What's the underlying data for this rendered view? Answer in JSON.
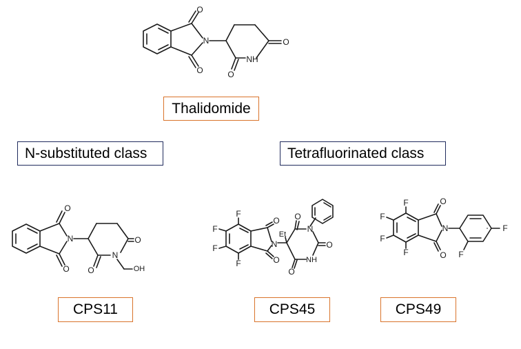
{
  "compounds": {
    "thalidomide": {
      "name": "Thalidomide",
      "atoms": {
        "o_top": "O",
        "o_bottom": "O",
        "n_imide": "N",
        "o_right": "O",
        "o_lower": "O",
        "nh": "NH"
      }
    },
    "cps11": {
      "name": "CPS11",
      "atoms": {
        "o_top": "O",
        "o_bottom": "O",
        "n_imide": "N",
        "o_right": "O",
        "o_lower": "O",
        "n_ring": "N",
        "oh": "OH"
      }
    },
    "cps45": {
      "name": "CPS45",
      "atoms": {
        "f1": "F",
        "f2": "F",
        "f3": "F",
        "f4": "F",
        "o_top": "O",
        "o_bottom": "O",
        "n_imide": "N",
        "et": "Et",
        "o_a": "O",
        "n_ph": "N",
        "o_b": "O",
        "nh": "NH",
        "o_c": "O"
      }
    },
    "cps49": {
      "name": "CPS49",
      "atoms": {
        "f1": "F",
        "f2": "F",
        "f3": "F",
        "f4": "F",
        "o_top": "O",
        "o_bottom": "O",
        "n_imide": "N",
        "f_para": "F",
        "f_ortho": "F"
      }
    }
  },
  "classes": {
    "n_substituted": "N-substituted class",
    "tetrafluorinated": "Tetrafluorinated class"
  },
  "colors": {
    "compound_box_border": "#d9732a",
    "class_box_border": "#1f2a5c"
  }
}
